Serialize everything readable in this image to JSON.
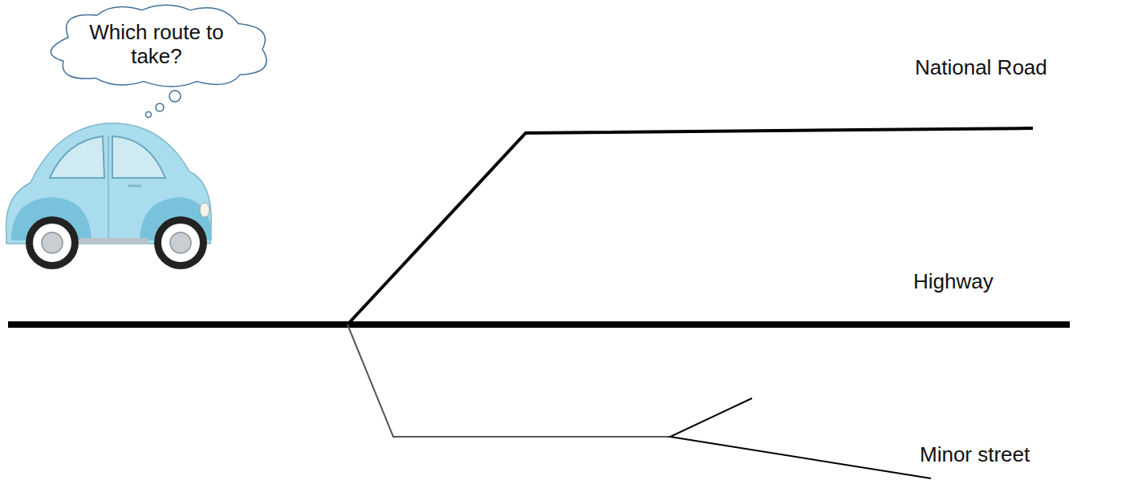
{
  "diagram": {
    "nodes": [
      {
        "text": [
          "Which route to take?"
        ]
      }
    ],
    "labels": [
      "National Road",
      "Highway",
      "Minor street"
    ]
  }
}
